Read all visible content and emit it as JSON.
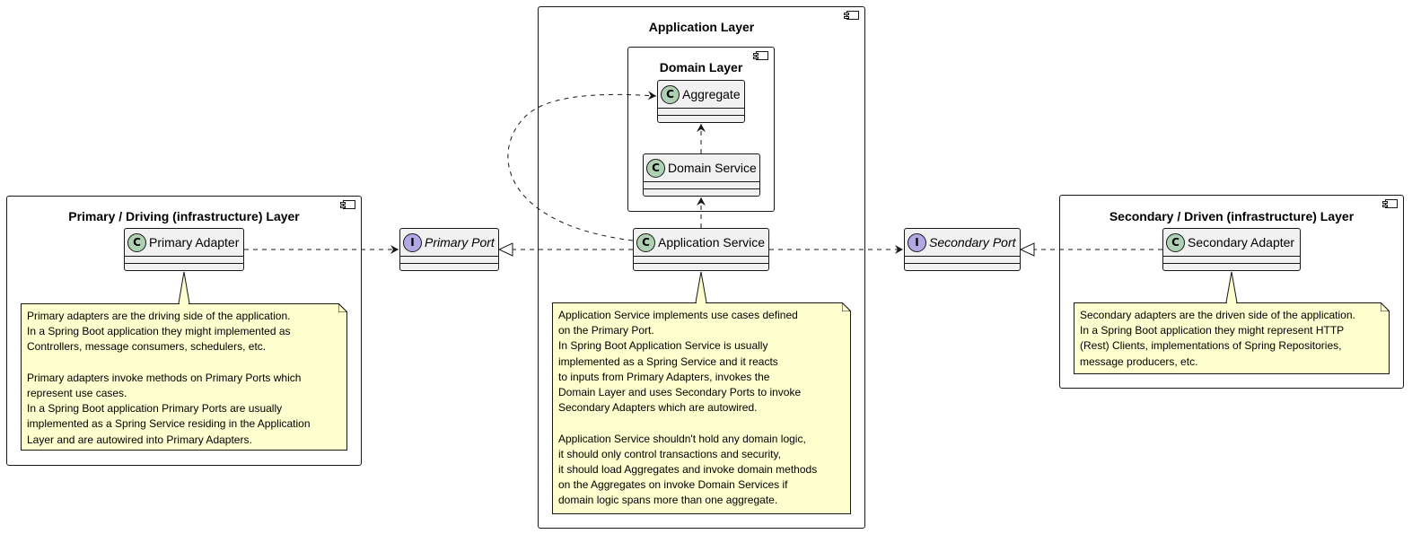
{
  "packages": {
    "primary": {
      "title": "Primary / Driving (infrastructure) Layer"
    },
    "application": {
      "title": "Application Layer"
    },
    "domain": {
      "title": "Domain Layer"
    },
    "secondary": {
      "title": "Secondary / Driven (infrastructure) Layer"
    }
  },
  "classes": {
    "primary_adapter": {
      "name": "Primary Adapter",
      "stereotype": "C"
    },
    "primary_port": {
      "name": "Primary Port",
      "stereotype": "I"
    },
    "aggregate": {
      "name": "Aggregate",
      "stereotype": "C"
    },
    "domain_service": {
      "name": "Domain Service",
      "stereotype": "C"
    },
    "application_service": {
      "name": "Application Service",
      "stereotype": "C"
    },
    "secondary_port": {
      "name": "Secondary Port",
      "stereotype": "I"
    },
    "secondary_adapter": {
      "name": "Secondary Adapter",
      "stereotype": "C"
    }
  },
  "notes": {
    "primary": [
      "Primary adapters are the driving side of the application.",
      "In a Spring Boot application they might implemented as",
      "Controllers, message consumers, schedulers, etc.",
      "",
      "Primary adapters invoke methods on Primary Ports which",
      "represent use cases.",
      "In a Spring Boot application Primary Ports are usually",
      "implemented as a Spring Service residing in the Application",
      "Layer and are autowired into Primary Adapters."
    ],
    "application": [
      "Application Service implements use cases defined",
      "on the Primary Port.",
      "In Spring Boot Application Service is usually",
      "implemented as a Spring Service and it reacts",
      "to inputs from Primary Adapters, invokes the",
      "Domain Layer and uses Secondary Ports to invoke",
      "Secondary Adapters which are autowired.",
      "",
      "Application Service shouldn't hold any domain logic,",
      "it should only control transactions and security,",
      "it should load Aggregates and invoke domain methods",
      "on the Aggregates on invoke Domain Services if",
      "domain logic spans more than one aggregate."
    ],
    "secondary": [
      "Secondary adapters are the driven side of the application.",
      "In a Spring Boot application they might represent HTTP",
      "(Rest) Clients, implementations of Spring Repositories,",
      "message producers, etc."
    ]
  },
  "colors": {
    "class_fill": "#f1f1f1",
    "class_badge": "#add1b2",
    "interface_badge": "#b4a7e5",
    "note_fill": "#fefece",
    "line": "#181818"
  }
}
